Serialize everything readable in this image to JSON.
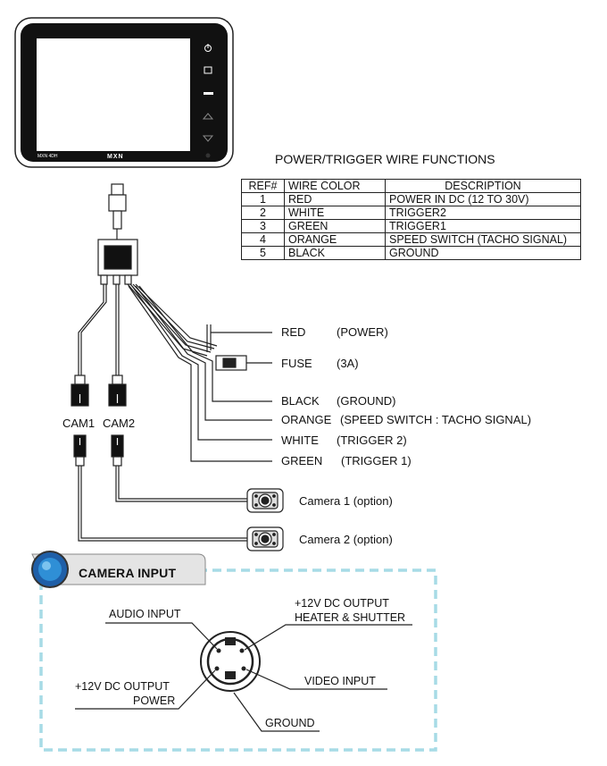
{
  "monitor": {
    "brand": "MXN",
    "model": "MXN 4DH",
    "buttons": [
      "power-icon",
      "source-icon",
      "menu-icon",
      "up-icon",
      "down-icon"
    ]
  },
  "table": {
    "title": "POWER/TRIGGER WIRE FUNCTIONS",
    "headers": [
      "REF#",
      "WIRE  COLOR",
      "DESCRIPTION"
    ],
    "rows": [
      [
        "1",
        "RED",
        "POWER IN DC (12 TO 30V)"
      ],
      [
        "2",
        "WHITE",
        "TRIGGER2"
      ],
      [
        "3",
        "GREEN",
        "TRIGGER1"
      ],
      [
        "4",
        "ORANGE",
        "SPEED SWITCH (TACHO SIGNAL)"
      ],
      [
        "5",
        "BLACK",
        "GROUND"
      ]
    ]
  },
  "wires": [
    {
      "name": "RED",
      "func": "(POWER)"
    },
    {
      "name": "FUSE",
      "func": "(3A)"
    },
    {
      "name": "BLACK",
      "func": "(GROUND)"
    },
    {
      "name": "ORANGE",
      "func": "(SPEED SWITCH : TACHO SIGNAL)"
    },
    {
      "name": "WHITE",
      "func": "(TRIGGER 2)"
    },
    {
      "name": "GREEN",
      "func": "(TRIGGER 1)"
    }
  ],
  "cams": {
    "cam1": "CAM1",
    "cam2": "CAM2"
  },
  "cameras": {
    "camera1": "Camera 1 (option)",
    "camera2": "Camera 2 (option)"
  },
  "camera_input": {
    "title": "CAMERA INPUT",
    "pins": {
      "audio": "AUDIO INPUT",
      "heater_line1": "+12V DC OUTPUT",
      "heater_line2": "HEATER & SHUTTER",
      "power_line1": "+12V DC OUTPUT",
      "power_line2": "POWER",
      "video": "VIDEO INPUT",
      "ground": "GROUND"
    },
    "colors": {
      "dash": "#a7dbe6",
      "badge": "#1f5fa8",
      "badge_bg": "#e4e4e4"
    }
  }
}
